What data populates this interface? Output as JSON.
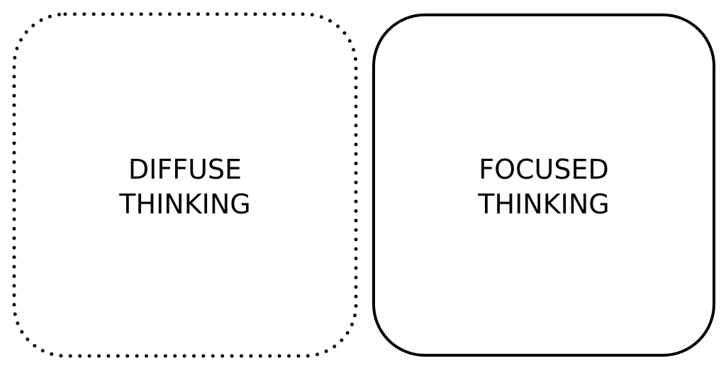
{
  "diagram": {
    "diffuse_box": {
      "line1": "DIFFUSE",
      "line2": "THINKING",
      "border_style": "dotted"
    },
    "focused_box": {
      "line1": "FOCUSED",
      "line2": "THINKING",
      "border_style": "solid"
    },
    "colors": {
      "stroke": "#000000",
      "text": "#000000",
      "background": "#ffffff"
    }
  }
}
